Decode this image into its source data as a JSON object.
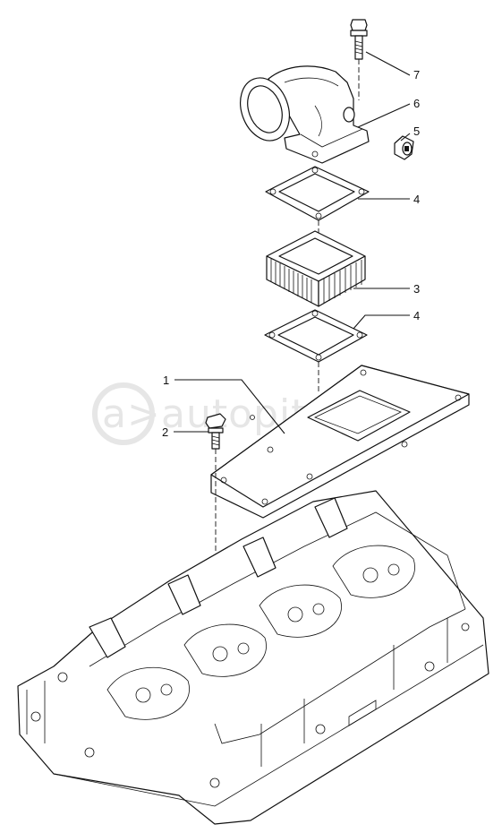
{
  "watermark": {
    "text": "autopiter.ru",
    "mark": "a>"
  },
  "callouts": {
    "c1": "1",
    "c2": "2",
    "c3": "3",
    "c4a": "4",
    "c4b": "4",
    "c5": "5",
    "c6": "6",
    "c7": "7"
  },
  "icons": {
    "bolt_top": "bolt-icon",
    "elbow": "elbow-outlet-icon",
    "sleeve": "sleeve-icon",
    "gasket": "gasket-icon",
    "heater_block": "heater-block-icon",
    "plate": "intake-plate-icon",
    "bolt_side": "bolt-icon",
    "cylinder_head": "cylinder-head-icon"
  }
}
